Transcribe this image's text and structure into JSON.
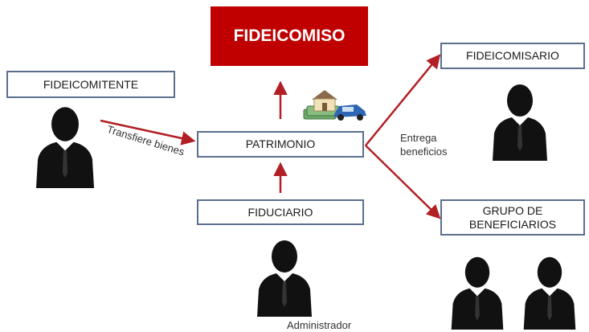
{
  "title": "FIDEICOMISO",
  "boxes": {
    "fideicomitente": "FIDEICOMITENTE",
    "patrimonio": "PATRIMONIO",
    "fiduciario": "FIDUCIARIO",
    "fideicomisario": "FIDEICOMISARIO",
    "grupo": "GRUPO DE\nBENEFICIARIOS"
  },
  "labels": {
    "transfiere": "Transfiere bienes",
    "entrega": "Entrega\nbeneficios",
    "administrador": "Administrador"
  },
  "icons": [
    "person-silhouette-icon",
    "house-icon",
    "car-icon",
    "money-icon"
  ],
  "colors": {
    "title_bg": "#c00000",
    "arrow": "#b21f24",
    "box_border": "#5b6f8d",
    "person": "#111111"
  }
}
